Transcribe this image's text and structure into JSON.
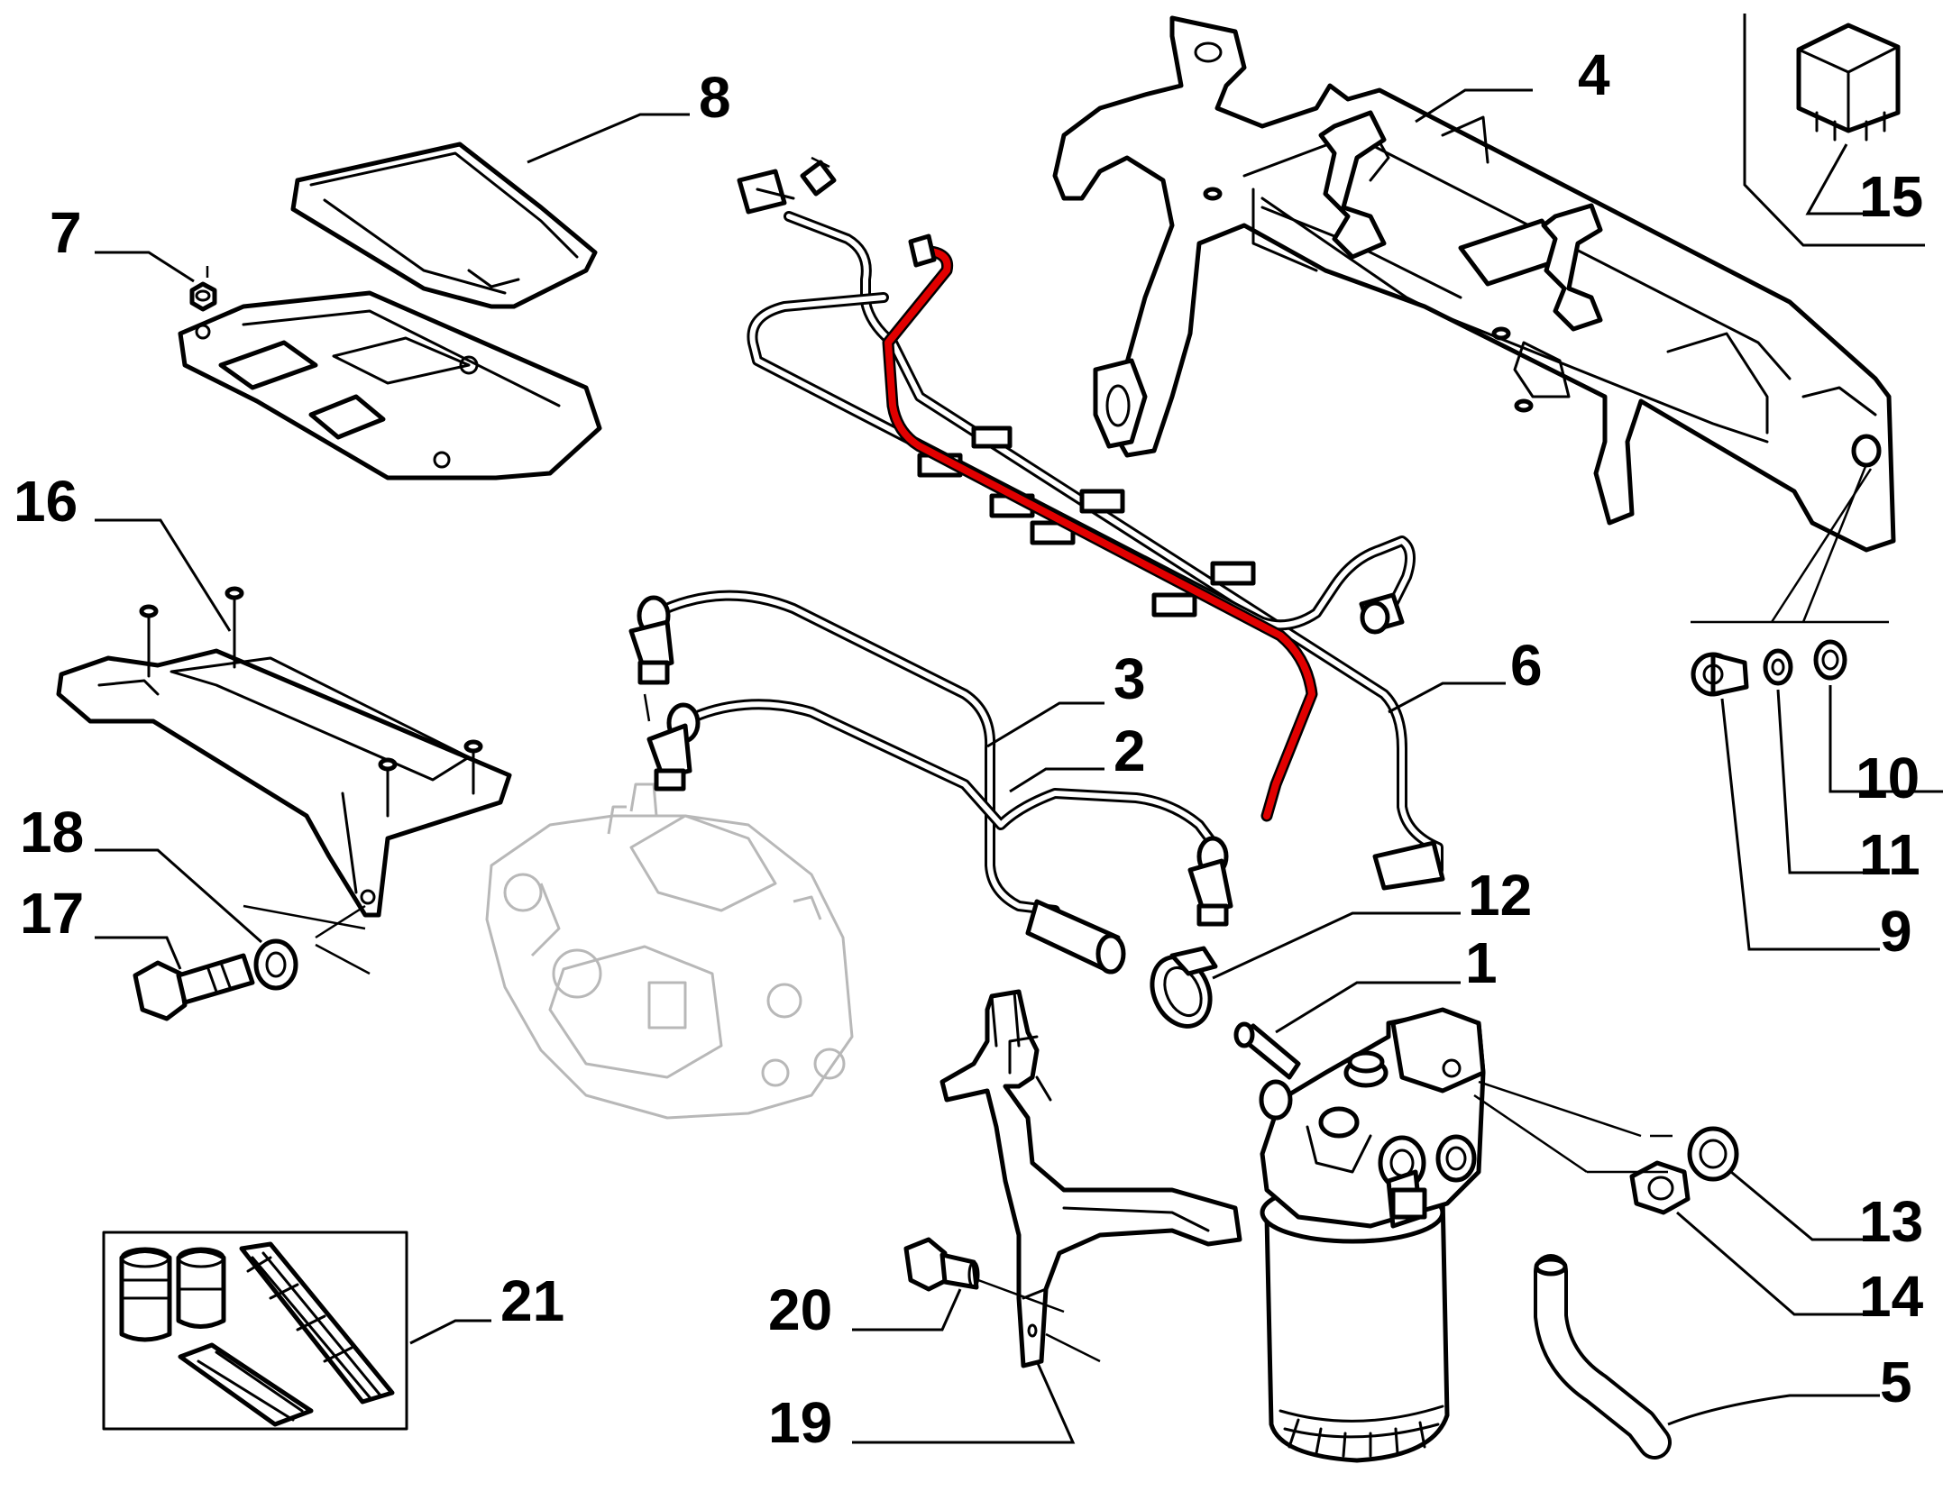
{
  "diagram": {
    "accent_color": "#e10000",
    "callouts": {
      "c1": "1",
      "c2": "2",
      "c3": "3",
      "c4": "4",
      "c5": "5",
      "c6": "6",
      "c7": "7",
      "c8": "8",
      "c9": "9",
      "c10": "10",
      "c11": "11",
      "c12": "12",
      "c13": "13",
      "c14": "14",
      "c15": "15",
      "c16": "16",
      "c17": "17",
      "c18": "18",
      "c19": "19",
      "c20": "20",
      "c21": "21"
    }
  }
}
